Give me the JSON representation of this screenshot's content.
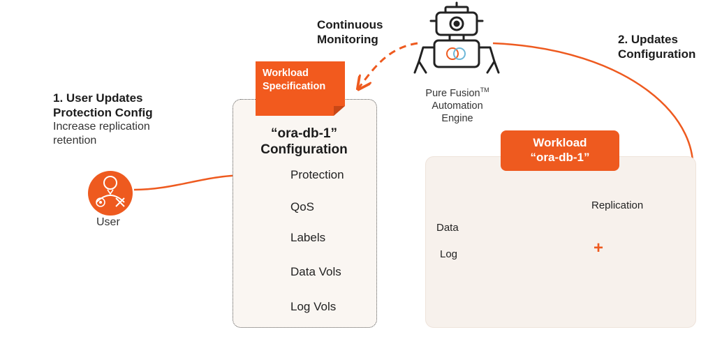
{
  "labels": {
    "monitoring": [
      "Continuous",
      "Monitoring"
    ],
    "updates_config": [
      "2. Updates",
      "Configuration"
    ],
    "user_updates": {
      "title": [
        "1. User Updates",
        "Protection Config"
      ],
      "subtitle": [
        "Increase replication",
        "retention"
      ]
    },
    "user": "User",
    "engine": {
      "line1": "Pure Fusion",
      "tm": "TM",
      "line2": "Automation",
      "line3": "Engine"
    }
  },
  "spec_note": [
    "Workload",
    "Specification"
  ],
  "config_card": {
    "title": [
      "“ora-db-1”",
      "Configuration"
    ],
    "items": [
      {
        "label": "Protection",
        "icon": "protection-icon"
      },
      {
        "label": "QoS",
        "icon": "gauge-icon"
      },
      {
        "label": "Labels",
        "icon": "checklist-icon"
      },
      {
        "label": "Data Vols",
        "icon": "volume-icon"
      },
      {
        "label": "Log Vols",
        "icon": "volume-icon"
      }
    ]
  },
  "workload": {
    "title": [
      "Workload",
      "“ora-db-1”"
    ],
    "data_label": "Data",
    "log_label": "Log",
    "replication_label": "Replication",
    "plus": "+"
  },
  "colors": {
    "accent": "#ee5a1f",
    "accent_light": "#f6c9a8",
    "highlight": "#fbd9a6",
    "panel": "#f7f1ec",
    "dark_text": "#1c1c1c",
    "array": "#2a2a2a"
  }
}
